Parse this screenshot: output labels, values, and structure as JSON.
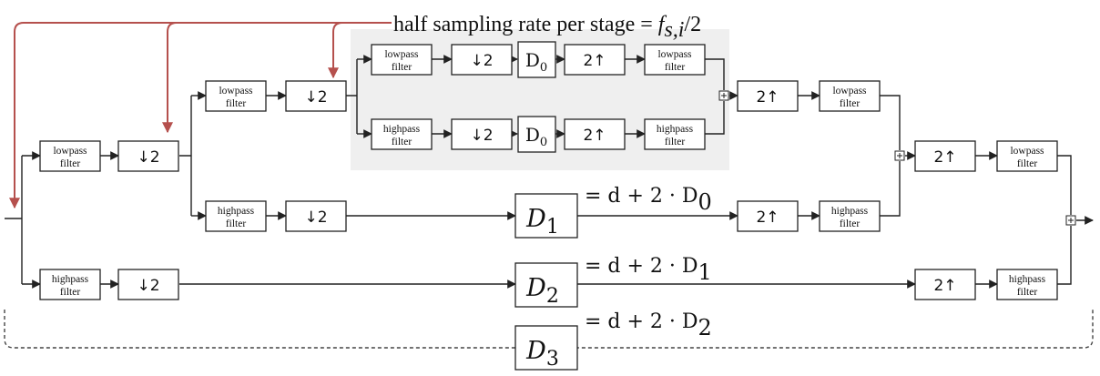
{
  "annotation": {
    "text": "half sampling rate per stage = ",
    "formula_main": "f",
    "formula_sub": "s,i",
    "formula_tail": "/2"
  },
  "blocks": {
    "lowpass": [
      "lowpass",
      "filter"
    ],
    "highpass": [
      "highpass",
      "filter"
    ],
    "down": "↓2",
    "up": "2↑",
    "d0_main": "D",
    "d0_sub": "0"
  },
  "delays": [
    {
      "main": "D",
      "sub": "1",
      "eq_lead": "= d + 2 · D",
      "eq_sub": "0"
    },
    {
      "main": "D",
      "sub": "2",
      "eq_lead": "= d + 2 · D",
      "eq_sub": "1"
    },
    {
      "main": "D",
      "sub": "3",
      "eq_lead": "= d + 2 · D",
      "eq_sub": "2"
    }
  ],
  "colors": {
    "arrow_red": "#b5504d",
    "highlight_bg": "#efefef",
    "line": "#222222"
  }
}
